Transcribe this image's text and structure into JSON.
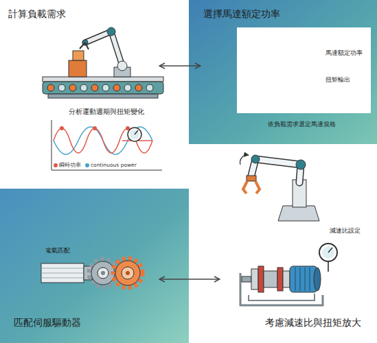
{
  "diagram": {
    "nodes": [
      {
        "text": [
          "計算負載需求"
        ]
      },
      {
        "text": [
          "選擇馬達額定功率"
        ]
      },
      {
        "text": [
          "馬達額定功率",
          "扭矩輸出"
        ],
        "in": 1
      },
      {
        "text": [
          "匹配伺服驅動器"
        ]
      },
      {
        "text": [
          "考慮減速比與扭矩放大"
        ]
      }
    ],
    "edges": [
      {
        "from": 0,
        "to": 1,
        "arrow": "both"
      },
      {
        "from": 3,
        "to": 4,
        "arrow": "both"
      }
    ],
    "labels": [
      "分析運動週期與扭矩變化",
      "電氣匹配",
      "減速比設定",
      "依負載需求選定馬達規格"
    ],
    "legend": [
      {
        "text": "瞬時功率",
        "color": "#e0584b"
      },
      {
        "text": "continuous power",
        "color": "#4aa3c8"
      }
    ]
  }
}
